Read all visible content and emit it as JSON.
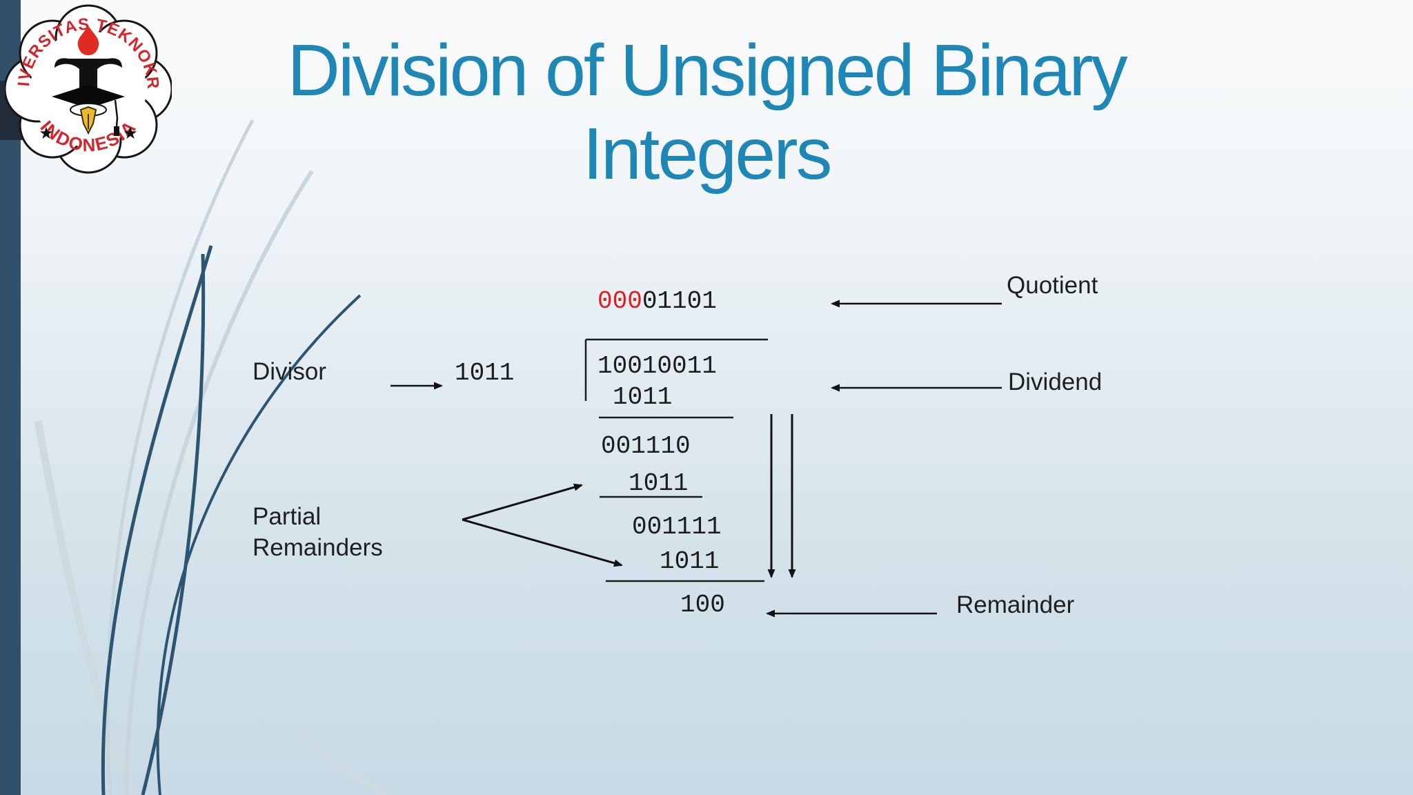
{
  "slide": {
    "title_line1": "Division of Unsigned Binary",
    "title_line2": "Integers"
  },
  "logo": {
    "top_text": "UNIVERSITAS TEKNOKRAT",
    "bottom_text": "INDONESIA",
    "star": "★"
  },
  "division": {
    "quotient_leading_zeros": "000",
    "quotient_rest": "01101",
    "dividend": "10010011",
    "divisor": "1011",
    "subtrahend1": "1011",
    "partial_remainder1": "001110",
    "subtrahend2": "1011",
    "partial_remainder2": "001111",
    "subtrahend3": "1011",
    "remainder": "100"
  },
  "labels": {
    "divisor": "Divisor",
    "quotient": "Quotient",
    "dividend": "Dividend",
    "partial_line1": "Partial",
    "partial_line2": "Remainders",
    "remainder": "Remainder"
  },
  "colors": {
    "title_blue": "#1E87B6",
    "digit_red": "#DE1E1E",
    "digit_black": "#1B1B1B",
    "left_bar_teal": "#31506A",
    "left_block_navy": "#232D3A",
    "swirl_dark": "#2C5571",
    "swirl_light": "#C8D5DC",
    "logo_red": "#D7232B",
    "logo_gold": "#EDBA2A",
    "background_top": "#F9FAFB",
    "background_bottom": "#C8DAE5"
  }
}
